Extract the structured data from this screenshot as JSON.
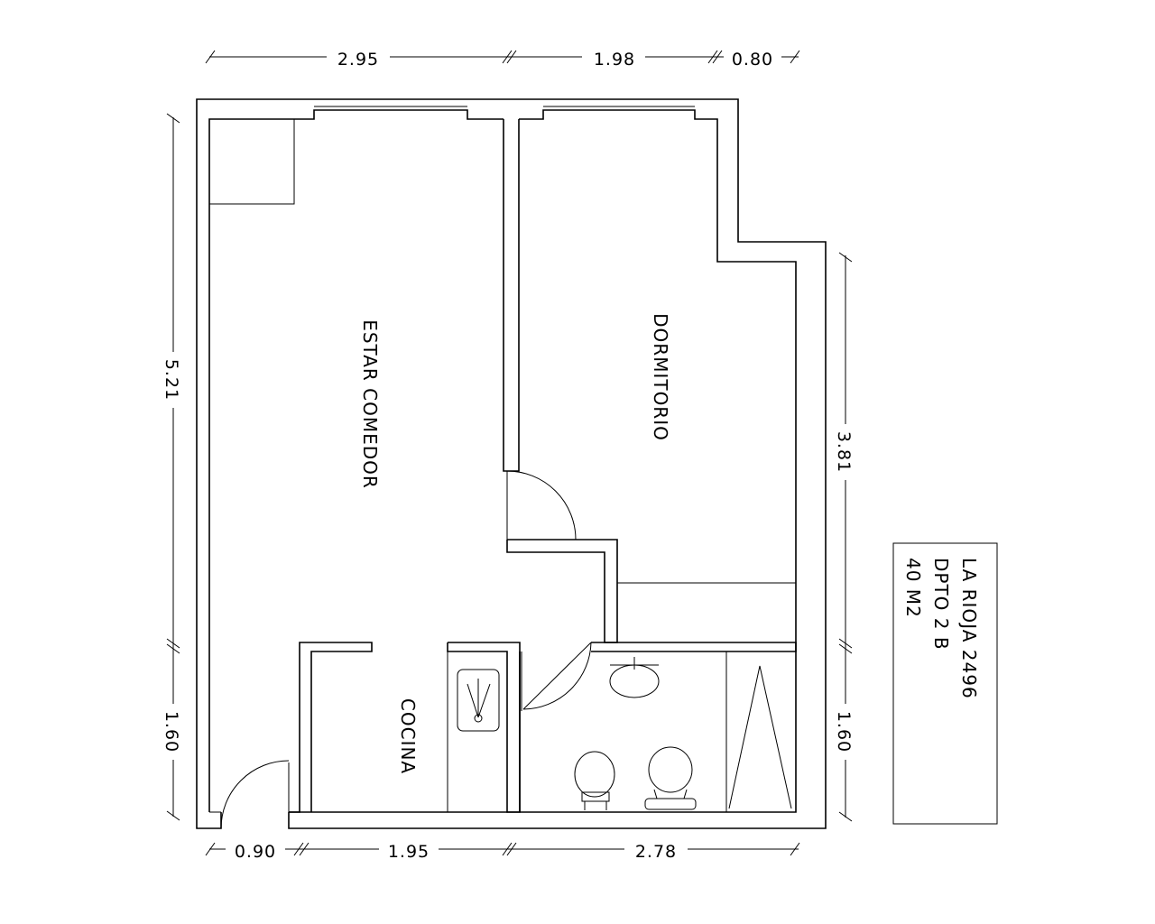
{
  "rooms": {
    "living": "ESTAR COMEDOR",
    "bedroom": "DORMITORIO",
    "kitchen": "COCINA"
  },
  "dimensions": {
    "top": [
      "2.95",
      "1.98",
      "0.80"
    ],
    "bottom": [
      "0.90",
      "1.95",
      "2.78"
    ],
    "left": [
      "5.21",
      "1.60"
    ],
    "right": [
      "3.81",
      "1.60"
    ]
  },
  "title_block": {
    "line1": "LA RIOJA 2496",
    "line2": "DPTO 2 B",
    "line3": "40 M2"
  }
}
